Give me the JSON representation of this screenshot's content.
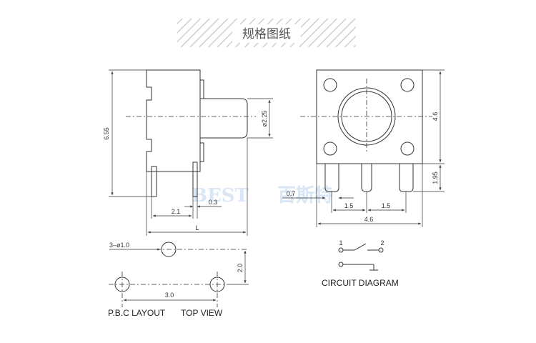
{
  "header": {
    "title": "规格图纸"
  },
  "watermark": {
    "latin": "BEST",
    "cjk": "百斯特"
  },
  "side_view": {
    "height_label": "6.55",
    "shaft_dia_label": "ø2.25",
    "pin_offset_label": "2.1",
    "pin_thickness_label": "0.3",
    "length_label": "L"
  },
  "front_view": {
    "width_label": "4.6",
    "body_height_label": "4.6",
    "pin_height_label": "1.95",
    "pin_width_label": "0.7",
    "pitch_left_label": "1.5",
    "pitch_right_label": "1.5"
  },
  "pcb_layout": {
    "hole_label": "3–ø1.0",
    "vertical_label": "2.0",
    "horizontal_label": "3.0",
    "caption": "P.B.C LAYOUT",
    "view_caption": "TOP  VIEW"
  },
  "circuit": {
    "pin1_label": "1",
    "pin2_label": "2",
    "caption": "CIRCUIT DIAGRAM"
  }
}
